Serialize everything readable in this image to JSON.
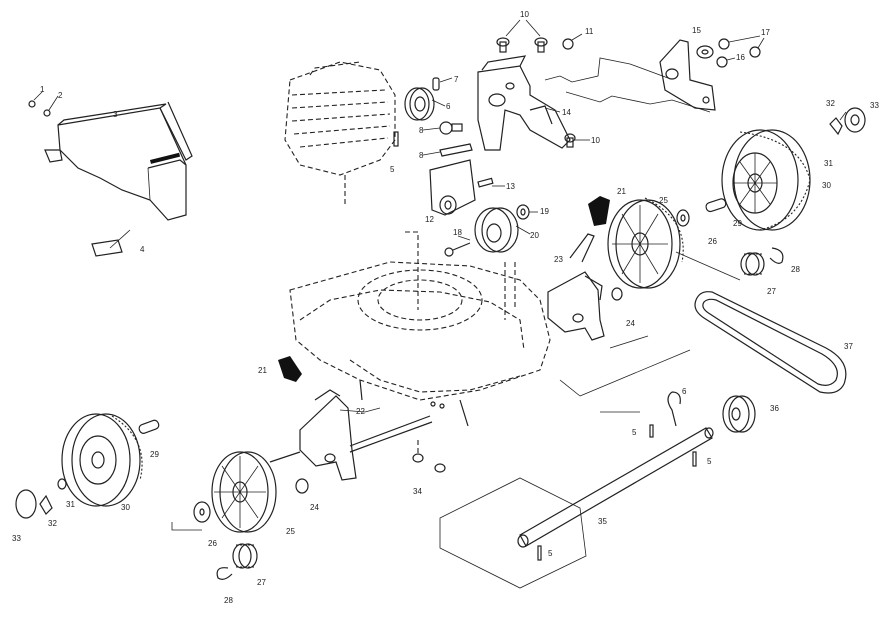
{
  "diagram": {
    "callouts": [
      {
        "key": "c1",
        "text": "1"
      },
      {
        "key": "c2",
        "text": "2"
      },
      {
        "key": "c3",
        "text": "3"
      },
      {
        "key": "c4",
        "text": "4"
      },
      {
        "key": "c5a",
        "text": "5"
      },
      {
        "key": "c6",
        "text": "6"
      },
      {
        "key": "c7",
        "text": "7"
      },
      {
        "key": "c8a",
        "text": "8"
      },
      {
        "key": "c8b",
        "text": "8"
      },
      {
        "key": "c10a",
        "text": "10"
      },
      {
        "key": "c11",
        "text": "11"
      },
      {
        "key": "c10b",
        "text": "10"
      },
      {
        "key": "c12",
        "text": "12"
      },
      {
        "key": "c13",
        "text": "13"
      },
      {
        "key": "c14",
        "text": "14"
      },
      {
        "key": "c15",
        "text": "15"
      },
      {
        "key": "c16",
        "text": "16"
      },
      {
        "key": "c17",
        "text": "17"
      },
      {
        "key": "c18",
        "text": "18"
      },
      {
        "key": "c19",
        "text": "19"
      },
      {
        "key": "c20",
        "text": "20"
      },
      {
        "key": "c21a",
        "text": "21"
      },
      {
        "key": "c21b",
        "text": "21"
      },
      {
        "key": "c22",
        "text": "22"
      },
      {
        "key": "c23",
        "text": "23"
      },
      {
        "key": "c24a",
        "text": "24"
      },
      {
        "key": "c24b",
        "text": "24"
      },
      {
        "key": "c25a",
        "text": "25"
      },
      {
        "key": "c25b",
        "text": "25"
      },
      {
        "key": "c26a",
        "text": "26"
      },
      {
        "key": "c26b",
        "text": "26"
      },
      {
        "key": "c27a",
        "text": "27"
      },
      {
        "key": "c27b",
        "text": "27"
      },
      {
        "key": "c28a",
        "text": "28"
      },
      {
        "key": "c28b",
        "text": "28"
      },
      {
        "key": "c29a",
        "text": "29"
      },
      {
        "key": "c29b",
        "text": "29"
      },
      {
        "key": "c30a",
        "text": "30"
      },
      {
        "key": "c30b",
        "text": "30"
      },
      {
        "key": "c31a",
        "text": "31"
      },
      {
        "key": "c31b",
        "text": "31"
      },
      {
        "key": "c32a",
        "text": "32"
      },
      {
        "key": "c32b",
        "text": "32"
      },
      {
        "key": "c33a",
        "text": "33"
      },
      {
        "key": "c33b",
        "text": "33"
      },
      {
        "key": "c34",
        "text": "34"
      },
      {
        "key": "c35",
        "text": "35"
      },
      {
        "key": "c36",
        "text": "36"
      },
      {
        "key": "c37",
        "text": "37"
      },
      {
        "key": "c5b",
        "text": "5"
      },
      {
        "key": "c5c",
        "text": "5"
      },
      {
        "key": "c5d",
        "text": "5"
      },
      {
        "key": "c6b",
        "text": "6"
      }
    ]
  }
}
